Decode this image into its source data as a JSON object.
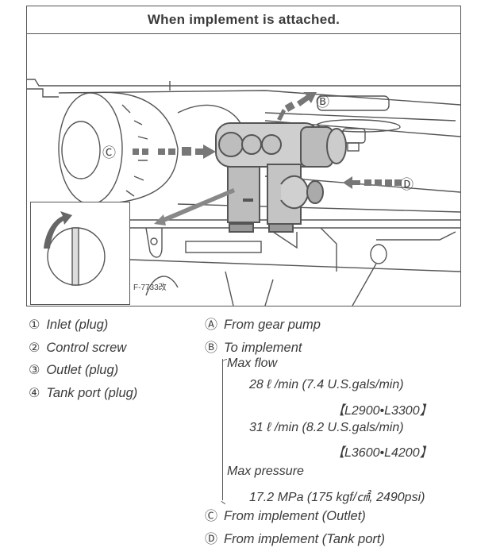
{
  "header": {
    "title": "When implement is attached."
  },
  "figure": {
    "code": "F-7733改",
    "callouts": {
      "B": "Ⓑ",
      "C": "Ⓒ",
      "D": "Ⓓ"
    },
    "icons": [
      "flow-arrow-icon",
      "rotation-arrow-icon",
      "control-screw-icon"
    ]
  },
  "parts_legend": [
    {
      "mark": "①",
      "label": "Inlet (plug)"
    },
    {
      "mark": "②",
      "label": "Control screw"
    },
    {
      "mark": "③",
      "label": "Outlet (plug)"
    },
    {
      "mark": "④",
      "label": "Tank port (plug)"
    }
  ],
  "flow_legend": {
    "A": {
      "mark": "Ⓐ",
      "label": "From gear pump"
    },
    "B": {
      "mark": "Ⓑ",
      "label": "To implement"
    },
    "specs": {
      "max_flow_label": "Max flow",
      "flow_1_value": "28  ℓ /min (7.4 U.S.gals/min)",
      "flow_1_models": "【L2900•L3300】",
      "flow_2_value": "31  ℓ /min (8.2 U.S.gals/min)",
      "flow_2_models": "【L3600•L4200】",
      "max_pressure_label": "Max pressure",
      "pressure_value": "17.2 MPa (175 kgf/㎠, 2490psi)"
    },
    "C": {
      "mark": "Ⓒ",
      "label": "From implement (Outlet)"
    },
    "D": {
      "mark": "Ⓓ",
      "label": "From implement (Tank port)"
    }
  }
}
